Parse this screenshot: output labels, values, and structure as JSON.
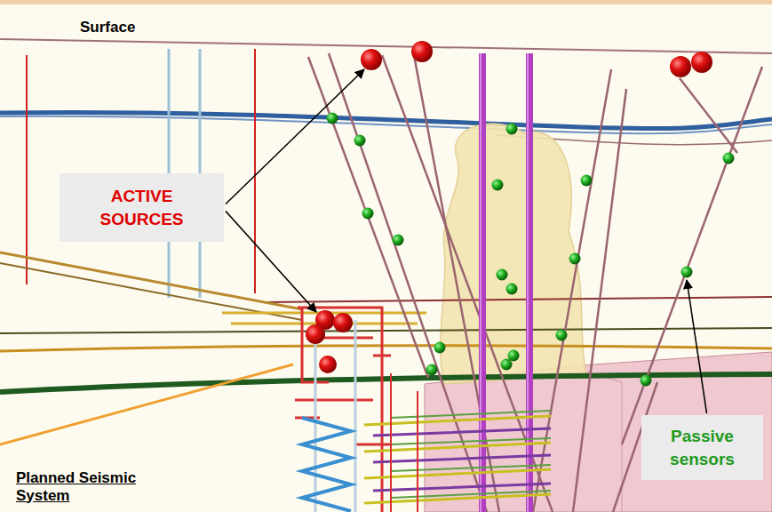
{
  "diagram": {
    "nodes": [
      {
        "text": [
          "ACTIVE SOURCES"
        ]
      },
      {
        "text": [
          "Passive sensors"
        ]
      }
    ],
    "labels": [
      "Surface",
      "Planned Seismic System"
    ]
  }
}
